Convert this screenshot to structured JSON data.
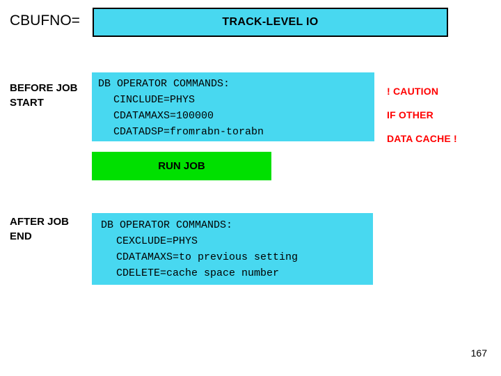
{
  "slide": {
    "title_label": "CBUFNO=",
    "title_box_text": "TRACK-LEVEL IO",
    "before_label": "BEFORE JOB\nSTART",
    "after_label": "AFTER JOB\nEND",
    "run_button_label": "RUN JOB",
    "page_number": "167",
    "caution_text": "! CAUTION\nIF OTHER\nDATA CACHE !",
    "colors": {
      "cyan_box": "#48d8f0",
      "green_box": "#00e000",
      "caution_red": "#ff0000",
      "text_black": "#000000"
    },
    "before_commands": {
      "heading": "DB OPERATOR COMMANDS:",
      "lines": [
        "CINCLUDE=PHYS",
        "CDATAMAXS=100000",
        "CDATADSP=fromrabn-torabn"
      ]
    },
    "after_commands": {
      "heading": "DB OPERATOR COMMANDS:",
      "lines": [
        "CEXCLUDE=PHYS",
        "CDATAMAXS=to previous setting",
        "CDELETE=cache space number"
      ]
    }
  }
}
